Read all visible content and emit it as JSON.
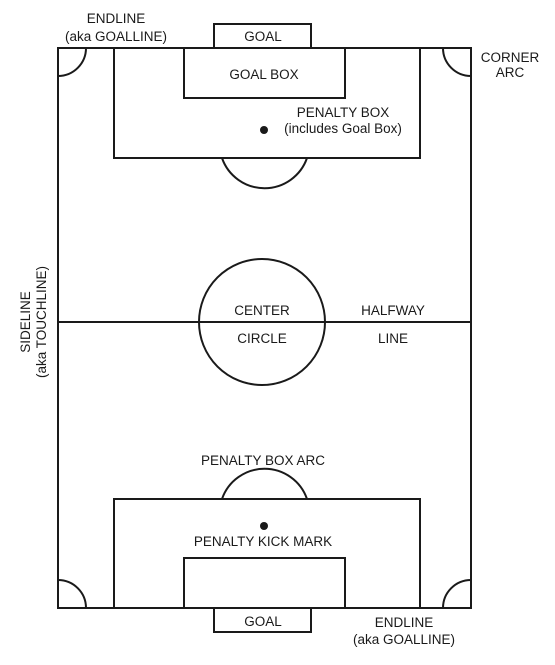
{
  "labels": {
    "endline_top_line1": "ENDLINE",
    "endline_top_line2": "(aka GOALLINE)",
    "goal_top": "GOAL",
    "goal_box": "GOAL BOX",
    "penalty_box_line1": "PENALTY BOX",
    "penalty_box_line2": "(includes Goal Box)",
    "corner_arc_line1": "CORNER",
    "corner_arc_line2": "ARC",
    "sideline_line1": "SIDELINE",
    "sideline_line2": "(aka TOUCHLINE)",
    "center_line1": "CENTER",
    "center_line2": "CIRCLE",
    "halfway_line1": "HALFWAY",
    "halfway_line2": "LINE",
    "penalty_box_arc": "PENALTY BOX ARC",
    "penalty_kick_mark": "PENALTY KICK MARK",
    "goal_bottom": "GOAL",
    "endline_bottom_line1": "ENDLINE",
    "endline_bottom_line2": "(aka GOALLINE)"
  }
}
